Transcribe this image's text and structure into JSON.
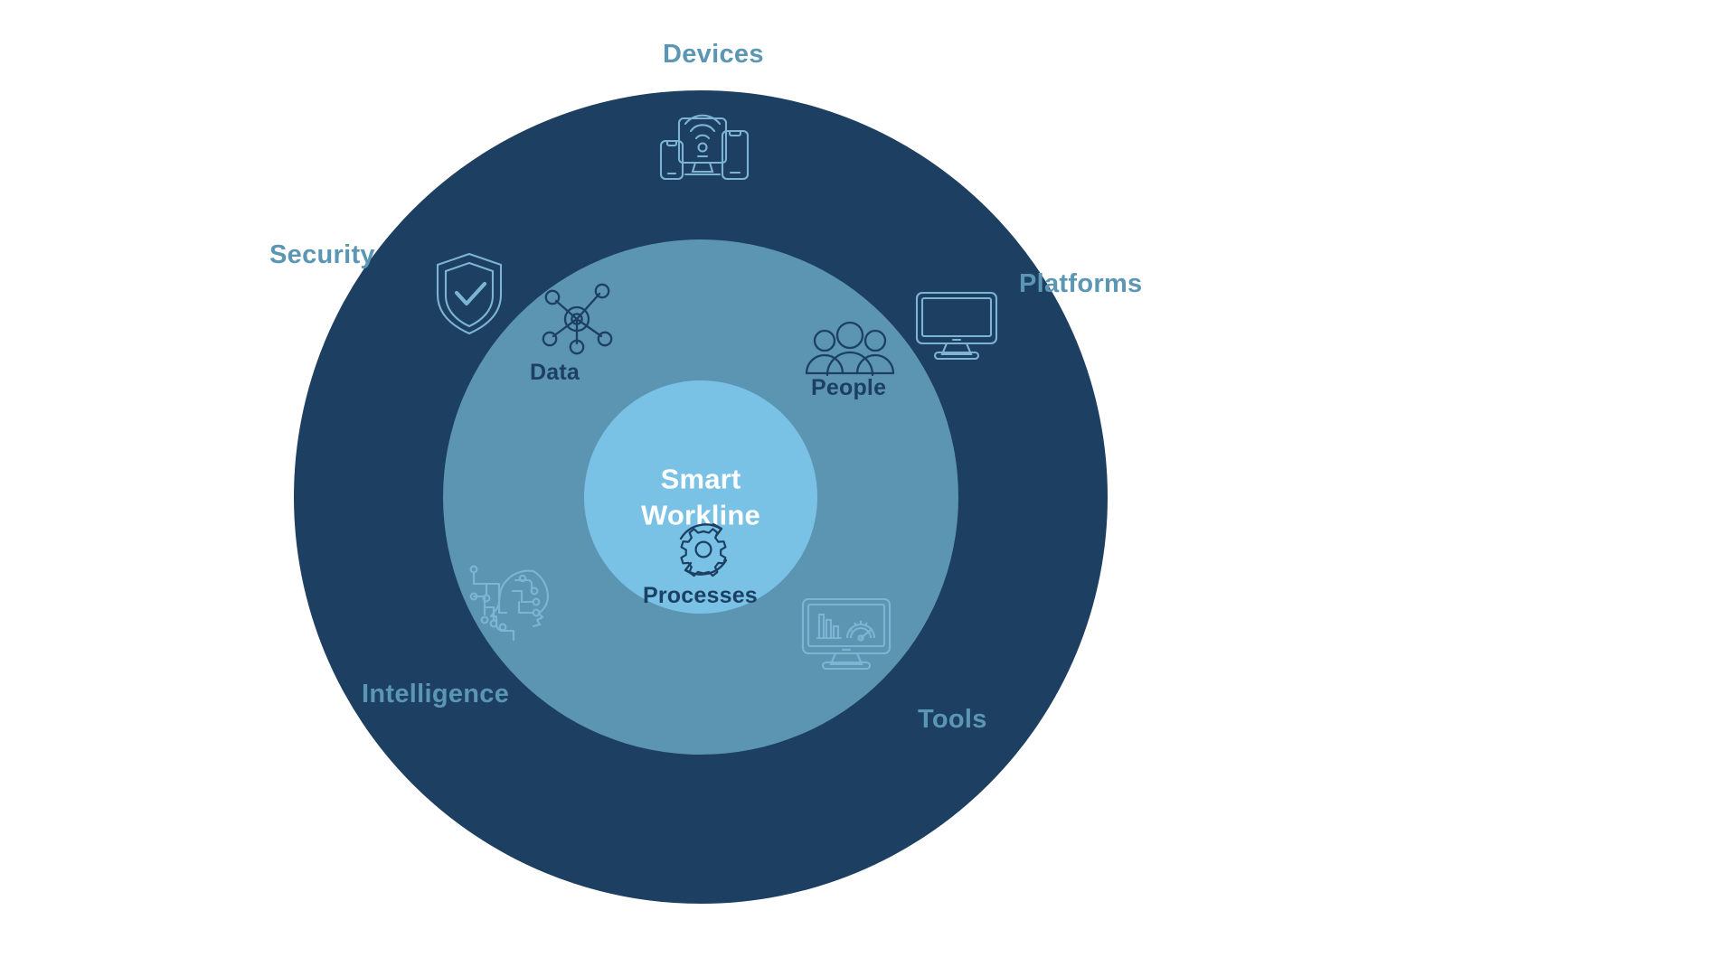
{
  "diagram": {
    "title": "Smart Workline",
    "type": "concentric-circles",
    "center": {
      "label_line1": "Smart",
      "label_line2": "Workline",
      "color": "#79c2e6",
      "text_color": "#ffffff"
    },
    "colors": {
      "outer_ring": "#1c3f62",
      "middle_ring": "#5c95b2",
      "inner_circle": "#79c2e6",
      "outer_label_text": "#5b96b4",
      "inner_label_text": "#1c3f62",
      "outer_icon_stroke": "#7db4d4",
      "inner_icon_stroke": "#1c3f62",
      "background": "#ffffff"
    },
    "middle_ring_items": [
      {
        "label": "Data",
        "icon": "network-nodes-icon",
        "position": "upper-left"
      },
      {
        "label": "People",
        "icon": "people-group-icon",
        "position": "right"
      },
      {
        "label": "Processes",
        "icon": "gear-cycle-icon",
        "position": "bottom"
      }
    ],
    "outer_ring_items": [
      {
        "label": "Devices",
        "icon": "devices-wifi-icon",
        "position": "top"
      },
      {
        "label": "Platforms",
        "icon": "monitor-icon",
        "position": "right"
      },
      {
        "label": "Tools",
        "icon": "dashboard-monitor-icon",
        "position": "bottom-right"
      },
      {
        "label": "Intelligence",
        "icon": "ai-head-circuit-icon",
        "position": "bottom-left"
      },
      {
        "label": "Security",
        "icon": "shield-check-icon",
        "position": "left"
      }
    ]
  }
}
